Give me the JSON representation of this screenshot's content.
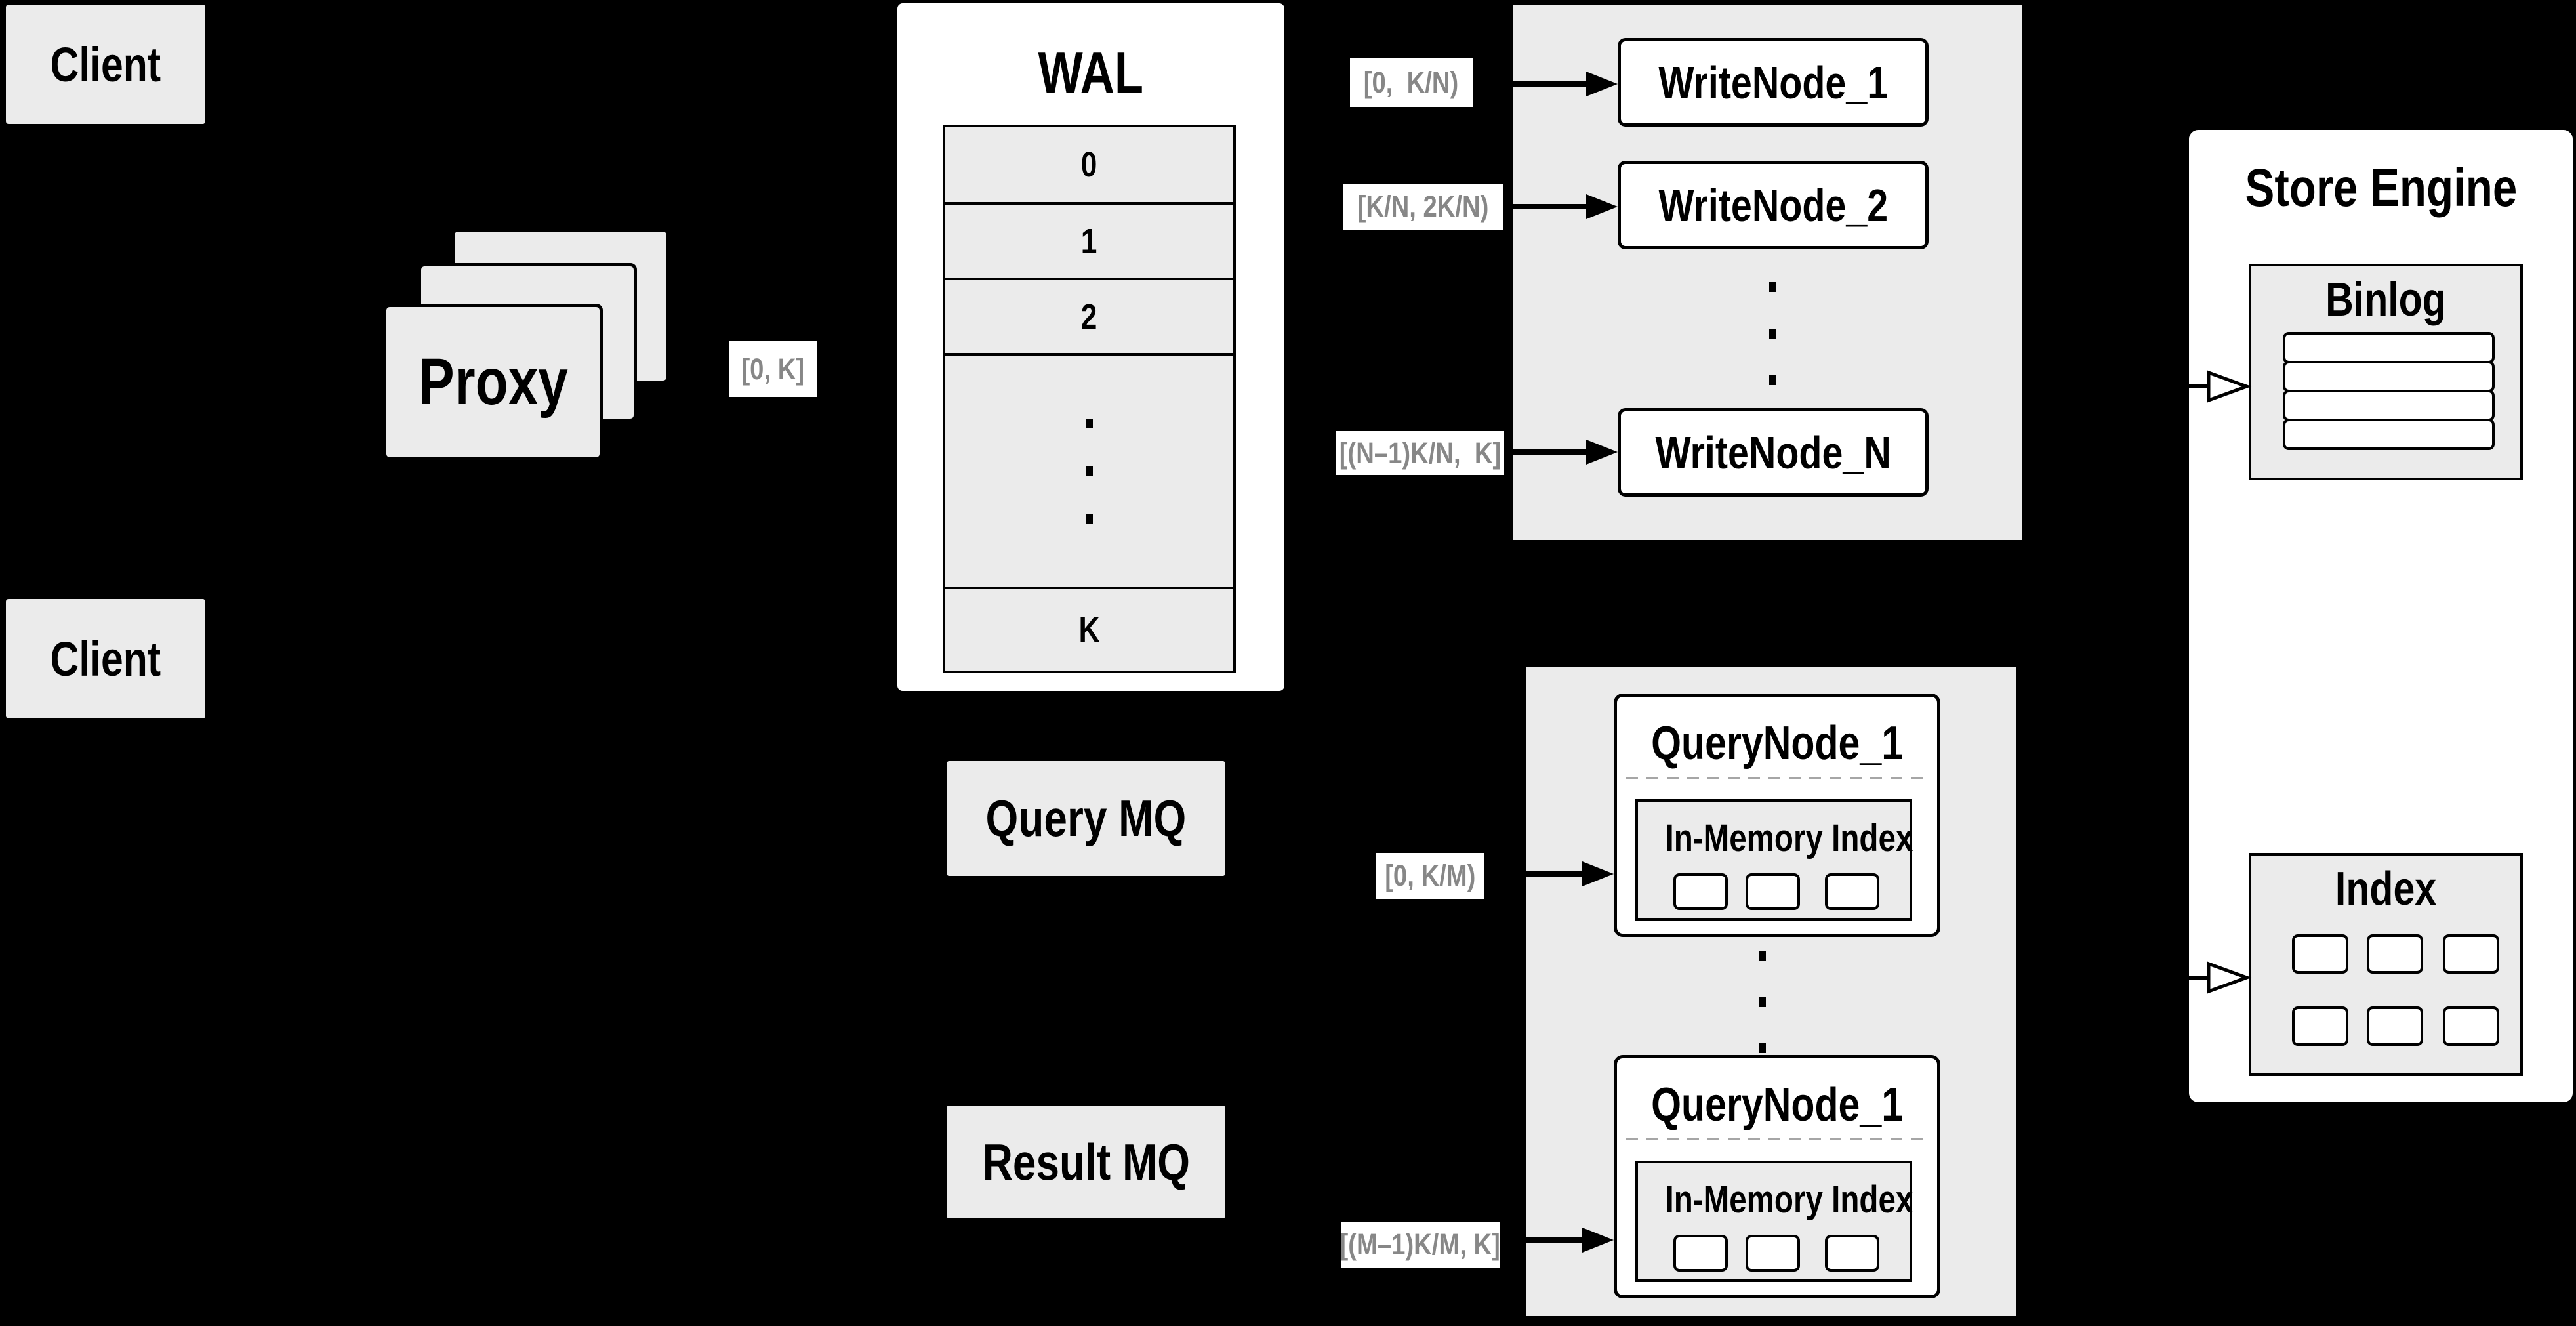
{
  "colors": {
    "background": "#000000",
    "panel_gray": "#ebebeb",
    "box_white": "#ffffff",
    "border_black": "#000000",
    "label_text_gray": "#878787",
    "dash_gray": "#a6a6a6"
  },
  "clients": {
    "top_label": "Client",
    "bottom_label": "Client"
  },
  "proxy": {
    "label": "Proxy"
  },
  "edge_labels": {
    "proxy_to_wal": "[0, K]"
  },
  "wal": {
    "title": "WAL",
    "rows": [
      "0",
      "1",
      "2"
    ],
    "bottom_row": "K"
  },
  "write_node_group": {
    "nodes": [
      {
        "range": "[0,  K/N)",
        "label": "WriteNode_1"
      },
      {
        "range": "[K/N, 2K/N)",
        "label": "WriteNode_2"
      },
      {
        "range": "[(N–1)K/N,  K]",
        "label": "WriteNode_N"
      }
    ]
  },
  "query_node_group": {
    "nodes": [
      {
        "range": "[0, K/M)",
        "label": "QueryNode_1",
        "inner_label": "In-Memory Index"
      },
      {
        "range": "[(M–1)K/M, K]",
        "label": "QueryNode_1",
        "inner_label": "In-Memory Index"
      }
    ]
  },
  "mq": {
    "query_label": "Query MQ",
    "result_label": "Result MQ"
  },
  "store_engine": {
    "title": "Store Engine",
    "binlog_title": "Binlog",
    "index_title": "Index"
  }
}
